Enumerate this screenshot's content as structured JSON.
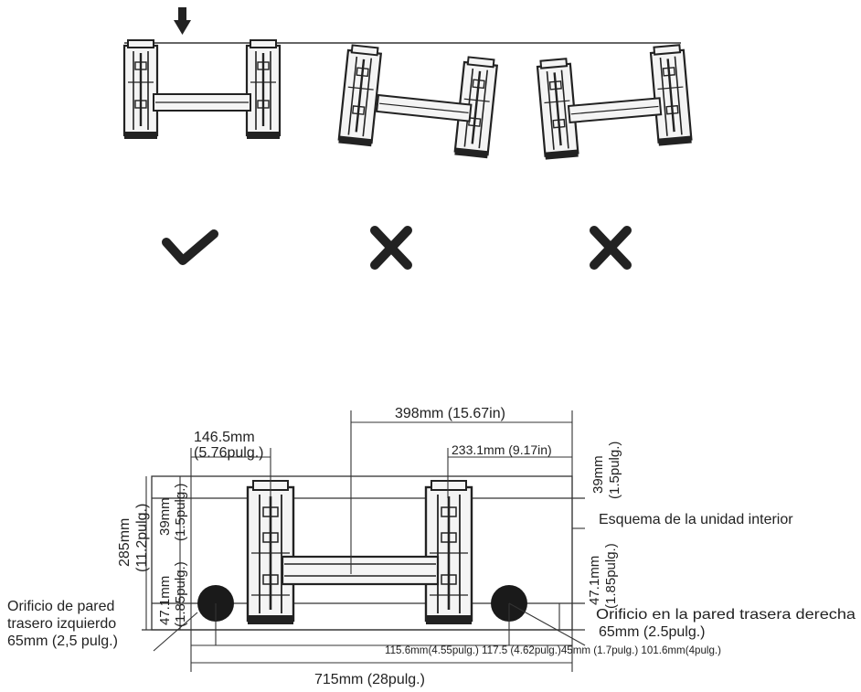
{
  "status_marks": [
    {
      "kind": "check-icon"
    },
    {
      "kind": "cross-icon"
    },
    {
      "kind": "cross-icon"
    }
  ],
  "dimensions": {
    "span_398": "398mm (15.67in)",
    "left_offset_mm": "146.5mm",
    "left_offset_in": "(5.76pulg.)",
    "right_offset": "233.1mm (9.17in)",
    "top_right_mm": "39mm",
    "top_right_in": "(1.5pulg.)",
    "height_mm": "285mm",
    "height_in": "(11.2pulg.)",
    "left_39_mm": "39mm",
    "left_39_in": "(1.5pulg.)",
    "left_47_mm": "47.1mm",
    "left_47_in": "(1.85pulg.)",
    "right_47_mm": "47.1mm",
    "right_47_in": "(1.85pulg.)",
    "bottom_row": "115.6mm(4.55pulg.) 117.5 (4.62pulg.)45mm (1.7pulg.) 101.6mm(4pulg.)",
    "total_width": "715mm (28pulg.)"
  },
  "labels": {
    "indoor_outline": "Esquema de la unidad interior",
    "left_hole_l1": "Orificio de pared",
    "left_hole_l2": "trasero izquierdo",
    "left_hole_l3": "65mm (2,5 pulg.)",
    "right_hole_l1": "Orificio en la pared trasera derecha",
    "right_hole_l2": "65mm (2.5pulg.)"
  },
  "colors": {
    "ink": "#222222",
    "hole_fill": "#1a1a1a",
    "bracket_fill": "#f4f4f4"
  }
}
